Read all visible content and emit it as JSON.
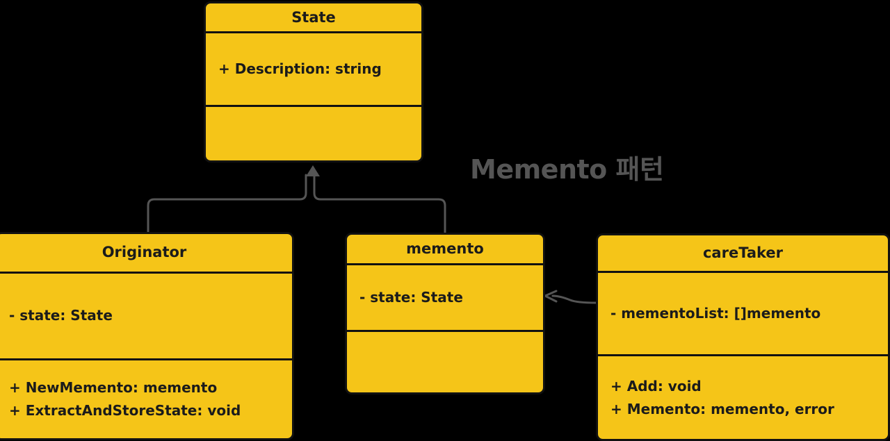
{
  "diagram": {
    "title": "Memento 패턴",
    "background_color": "#000000",
    "box_fill_color": "#F5C518",
    "box_border_color": "#111111",
    "connector_color": "#555555",
    "title_color": "#555555",
    "classes": [
      {
        "id": "state",
        "name": "State",
        "attributes": [
          "+ Description: string"
        ],
        "operations": []
      },
      {
        "id": "originator",
        "name": "Originator",
        "attributes": [
          "- state: State"
        ],
        "operations": [
          "+ NewMemento: memento",
          "+ ExtractAndStoreState: void"
        ]
      },
      {
        "id": "memento",
        "name": "memento",
        "attributes": [
          "- state: State"
        ],
        "operations": []
      },
      {
        "id": "caretaker",
        "name": "careTaker",
        "attributes": [
          "- mementoList: []memento"
        ],
        "operations": [
          "+ Add: void",
          "+ Memento: memento, error"
        ]
      }
    ],
    "connectors": [
      {
        "name": "originator-to-state",
        "kind": "generalization-arrow"
      },
      {
        "name": "memento-to-state",
        "kind": "generalization-arrow"
      },
      {
        "name": "caretaker-to-memento",
        "kind": "dependency-arrow"
      }
    ]
  }
}
